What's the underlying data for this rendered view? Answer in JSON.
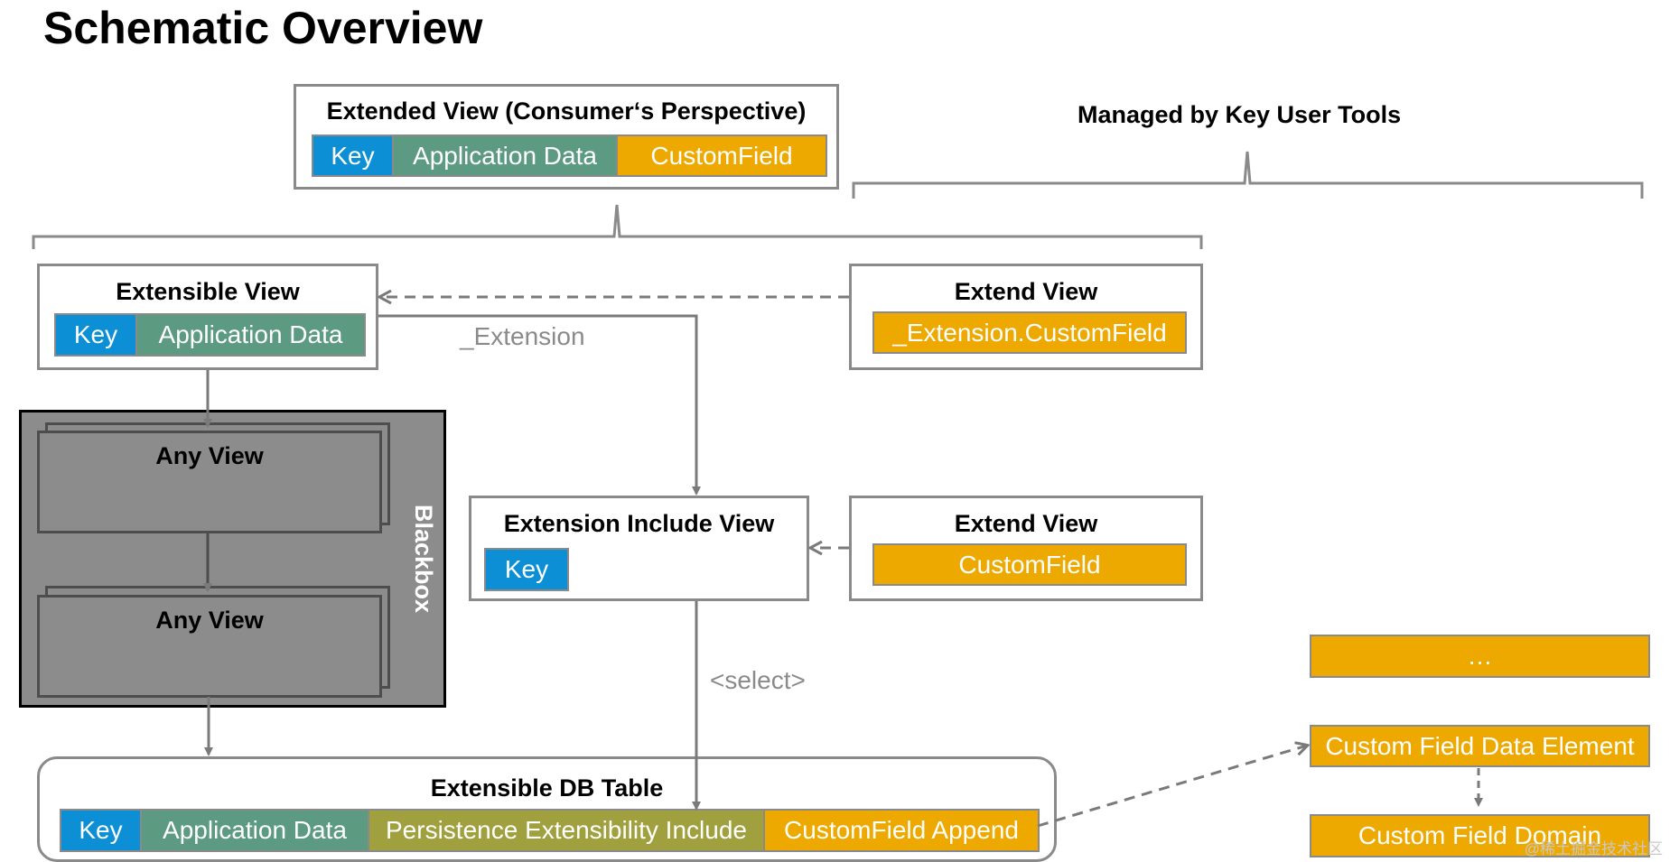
{
  "title": "Schematic Overview",
  "managed_label": "Managed by Key User Tools",
  "extended_view": {
    "title": "Extended View (Consumer‘s Perspective)",
    "fields": [
      "Key",
      "Application Data",
      "CustomField"
    ]
  },
  "extensible_view": {
    "title": "Extensible View",
    "fields": [
      "Key",
      "Application Data"
    ]
  },
  "extend_view_top": {
    "title": "Extend View",
    "field": "_Extension.CustomField"
  },
  "extension_label": "_Extension",
  "blackbox": {
    "label": "Blackbox",
    "views": [
      "Any View",
      "Any View"
    ]
  },
  "extension_include_view": {
    "title": "Extension Include View",
    "field": "Key"
  },
  "extend_view_bottom": {
    "title": "Extend View",
    "field": "CustomField"
  },
  "select_label": "<select>",
  "db_table": {
    "title": "Extensible DB Table",
    "fields": [
      "Key",
      "Application Data",
      "Persistence Extensibility Include",
      "CustomField Append"
    ]
  },
  "right_stack": {
    "ellipsis": "…",
    "data_element": "Custom Field Data Element",
    "domain": "Custom Field Domain"
  },
  "watermark": "@稀土掘金技术社区",
  "colors": {
    "key": "#0c8fd4",
    "application_data": "#5c9a82",
    "custom_field": "#eda900",
    "persistence_include": "#a0a03e",
    "border": "#8a8a8a",
    "blackbox": "#8c8c8c"
  }
}
